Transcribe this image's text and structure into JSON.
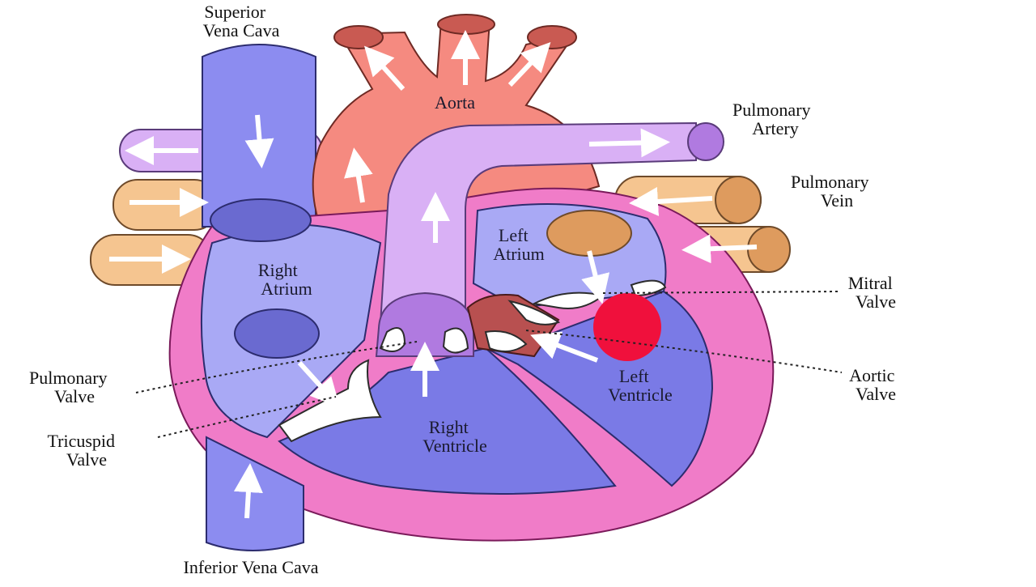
{
  "labels": {
    "superior_vena_cava": [
      "Superior",
      "Vena Cava"
    ],
    "aorta": "Aorta",
    "pulmonary_artery": [
      "Pulmonary",
      "Artery"
    ],
    "pulmonary_vein": [
      "Pulmonary",
      "Vein"
    ],
    "left_atrium": [
      "Left",
      "Atrium"
    ],
    "right_atrium": [
      "Right",
      "Atrium"
    ],
    "mitral_valve": [
      "Mitral",
      "Valve"
    ],
    "aortic_valve": [
      "Aortic",
      "Valve"
    ],
    "pulmonary_valve": [
      "Pulmonary",
      "Valve"
    ],
    "tricuspid_valve": [
      "Tricuspid",
      "Valve"
    ],
    "right_ventricle": [
      "Right",
      "Ventricle"
    ],
    "left_ventricle": [
      "Left",
      "Ventricle"
    ],
    "inferior_vena_cava": "Inferior Vena Cava"
  },
  "colors": {
    "vena_cava": "#8c8cf0",
    "aorta": "#f58a80",
    "pulmonary_artery": "#d9b0f5",
    "pulmonary_vein": "#f5c590",
    "heart_wall": "#f07cc8",
    "chamber": "#7a7ae6",
    "atrium": "#a9a9f5",
    "marker": "#f0103c"
  }
}
